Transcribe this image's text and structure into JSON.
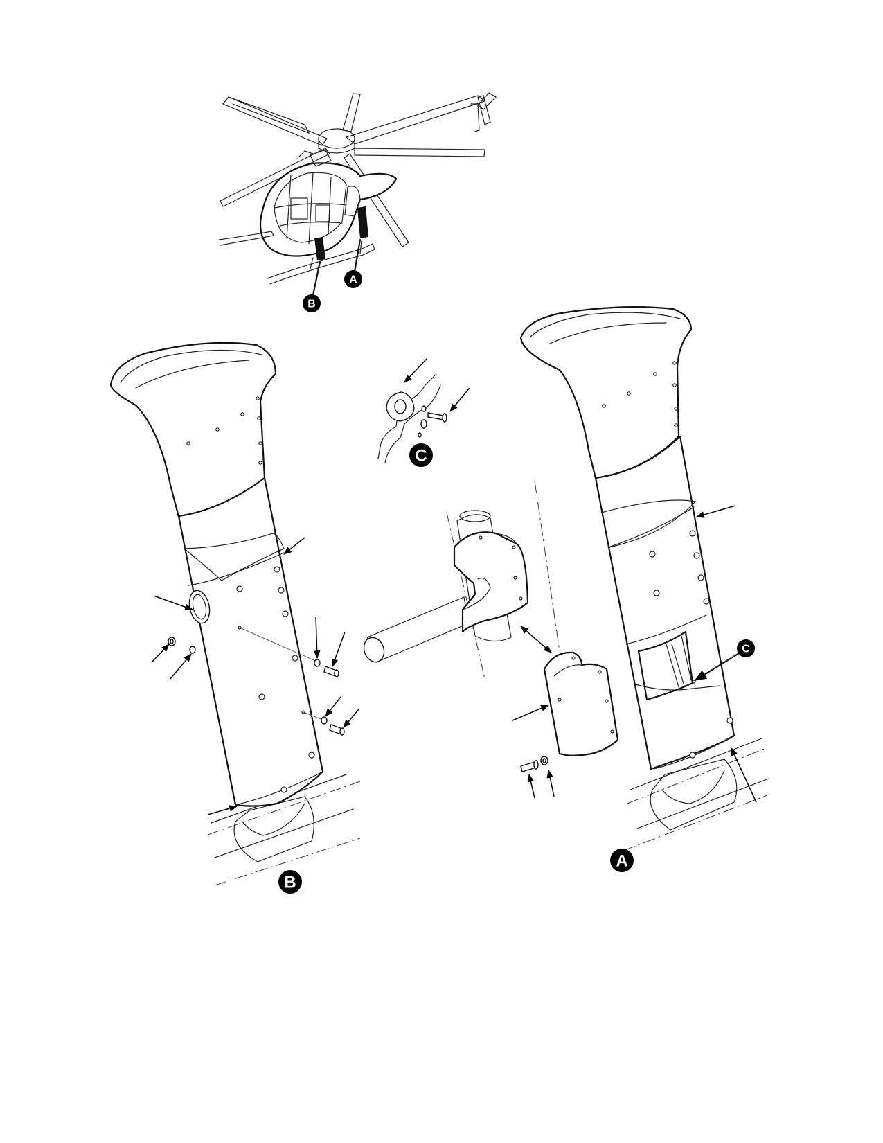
{
  "callouts": {
    "overview_a": "A",
    "overview_b": "B",
    "detail_c_top": "C",
    "view_a_c_pointer": "C",
    "view_a_label": "A",
    "view_b_label": "B"
  },
  "icons": {
    "arrow": "leader-arrow-icon",
    "double_arrow": "double-arrow-icon",
    "callout": "callout-circle-icon"
  },
  "colors": {
    "line": "#111111",
    "background": "#ffffff",
    "callout_fill": "#000000",
    "callout_text": "#ffffff"
  }
}
